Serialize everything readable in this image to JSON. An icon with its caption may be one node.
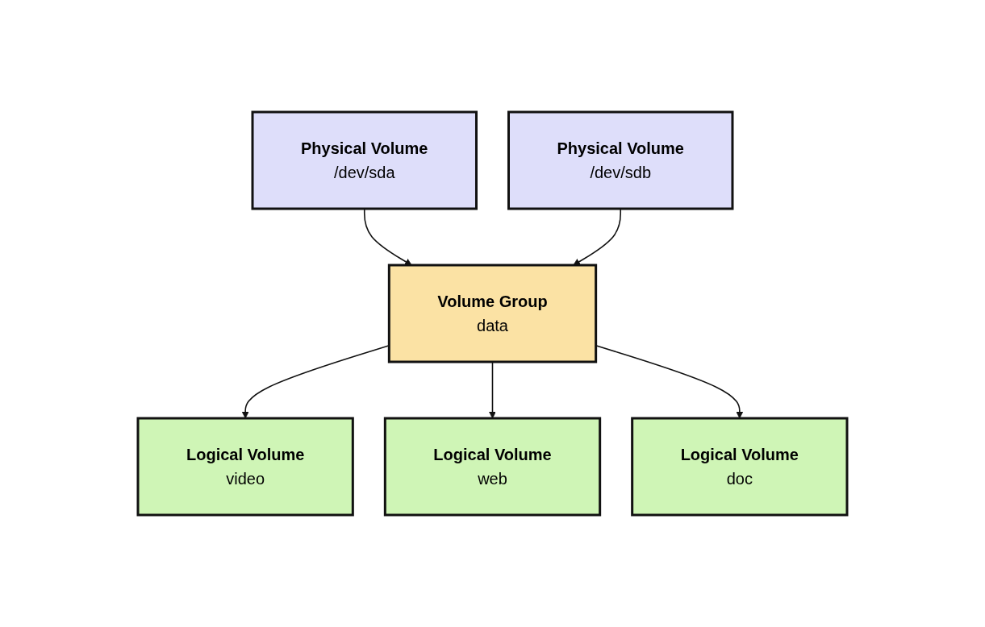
{
  "diagram": {
    "nodes": [
      {
        "text": [
          "Physical Volume",
          "/dev/sda"
        ]
      },
      {
        "text": [
          "Physical Volume",
          "/dev/sdb"
        ]
      },
      {
        "text": [
          "Volume Group",
          "data"
        ]
      },
      {
        "text": [
          "Logical Volume",
          "video"
        ]
      },
      {
        "text": [
          "Logical Volume",
          "web"
        ]
      },
      {
        "text": [
          "Logical Volume",
          "doc"
        ]
      }
    ],
    "edges": [
      {
        "from": 0,
        "to": 2,
        "arrow": "to"
      },
      {
        "from": 1,
        "to": 2,
        "arrow": "to"
      },
      {
        "from": 2,
        "to": 3,
        "arrow": "to"
      },
      {
        "from": 2,
        "to": 4,
        "arrow": "to"
      },
      {
        "from": 2,
        "to": 5,
        "arrow": "to"
      }
    ]
  }
}
